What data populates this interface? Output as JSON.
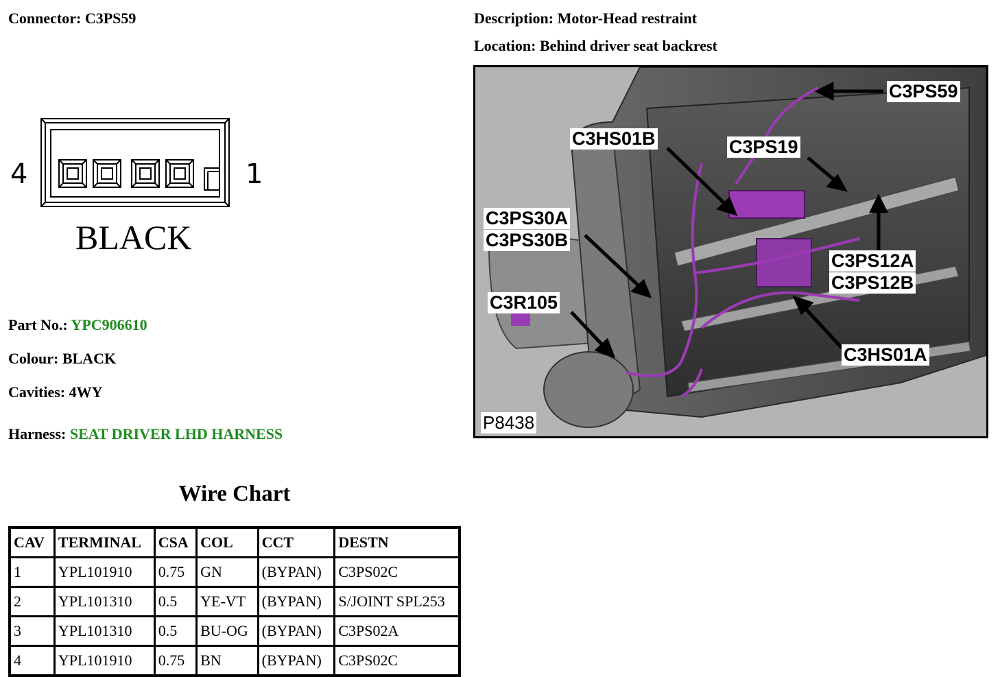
{
  "connector": {
    "label": "Connector:",
    "value": "C3PS59"
  },
  "description": {
    "label": "Description:",
    "value": "Motor-Head restraint"
  },
  "location": {
    "label": "Location:",
    "value": "Behind driver seat backrest"
  },
  "diagram": {
    "pin_left": "4",
    "pin_right": "1",
    "colour_text": "BLACK"
  },
  "part": {
    "label": "Part No.:",
    "value": "YPC906610"
  },
  "colour": {
    "label": "Colour:",
    "value": "BLACK"
  },
  "cavities": {
    "label": "Cavities:",
    "value": "4WY"
  },
  "harness": {
    "label": "Harness:",
    "value": "SEAT DRIVER LHD HARNESS"
  },
  "wire_chart": {
    "title": "Wire Chart",
    "headers": [
      "CAV",
      "TERMINAL",
      "CSA",
      "COL",
      "CCT",
      "DESTN"
    ],
    "rows": [
      [
        "1",
        "YPL101910",
        "0.75",
        "GN",
        "(BYPAN)",
        "C3PS02C"
      ],
      [
        "2",
        "YPL101310",
        "0.5",
        "YE-VT",
        "(BYPAN)",
        "S/JOINT SPL253"
      ],
      [
        "3",
        "YPL101310",
        "0.5",
        "BU-OG",
        "(BYPAN)",
        "C3PS02A"
      ],
      [
        "4",
        "YPL101910",
        "0.75",
        "BN",
        "(BYPAN)",
        "C3PS02C"
      ]
    ]
  },
  "photo": {
    "id": "P8438",
    "callouts": {
      "c3ps59": "C3PS59",
      "c3hs01b": "C3HS01B",
      "c3ps19": "C3PS19",
      "c3ps30a": "C3PS30A",
      "c3ps30b": "C3PS30B",
      "c3ps12a": "C3PS12A",
      "c3ps12b": "C3PS12B",
      "c3r105": "C3R105",
      "c3hs01a": "C3HS01A"
    }
  },
  "colors": {
    "link_green": "#1e8c1e",
    "harness_purple": "#9b3bb5"
  }
}
